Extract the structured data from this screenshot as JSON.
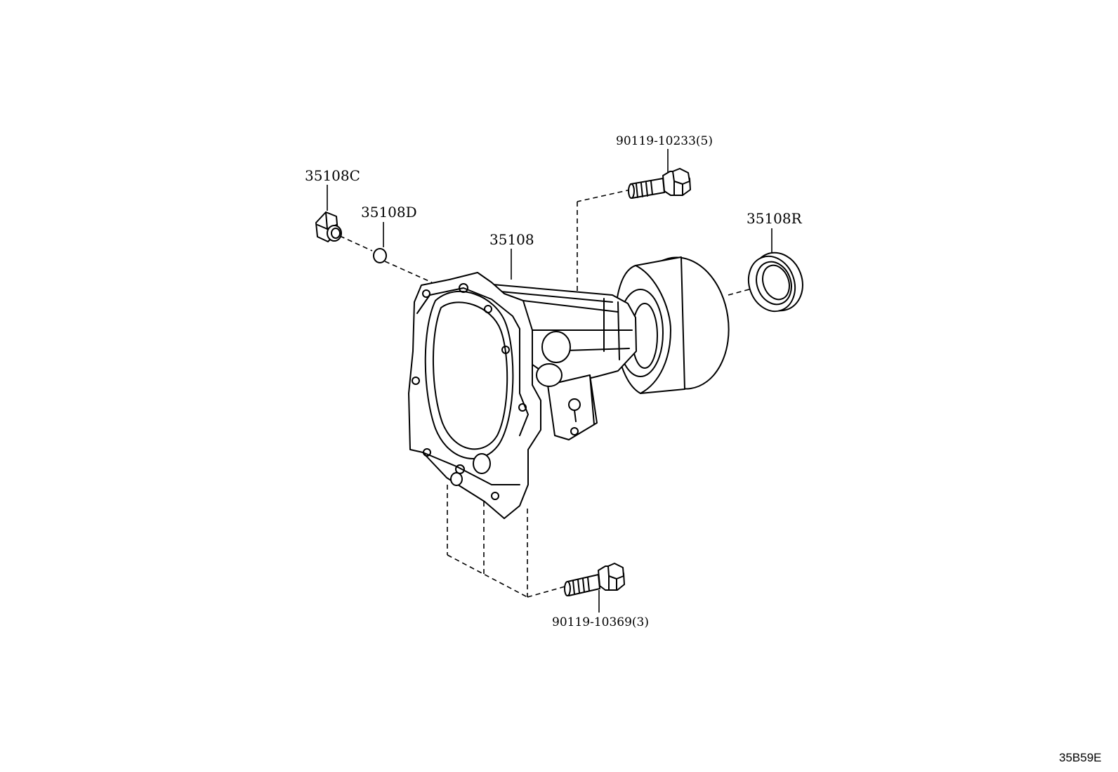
{
  "diagram_code": "35B59E",
  "parts": {
    "drain_plug": {
      "part_no": "35108C"
    },
    "gasket": {
      "part_no": "35108D"
    },
    "extension_housing": {
      "part_no": "35108"
    },
    "bolt_upper": {
      "part_no": "90119-10233(5)"
    },
    "oil_seal": {
      "part_no": "35108R"
    },
    "bolt_lower": {
      "part_no": "90119-10369(3)"
    }
  }
}
